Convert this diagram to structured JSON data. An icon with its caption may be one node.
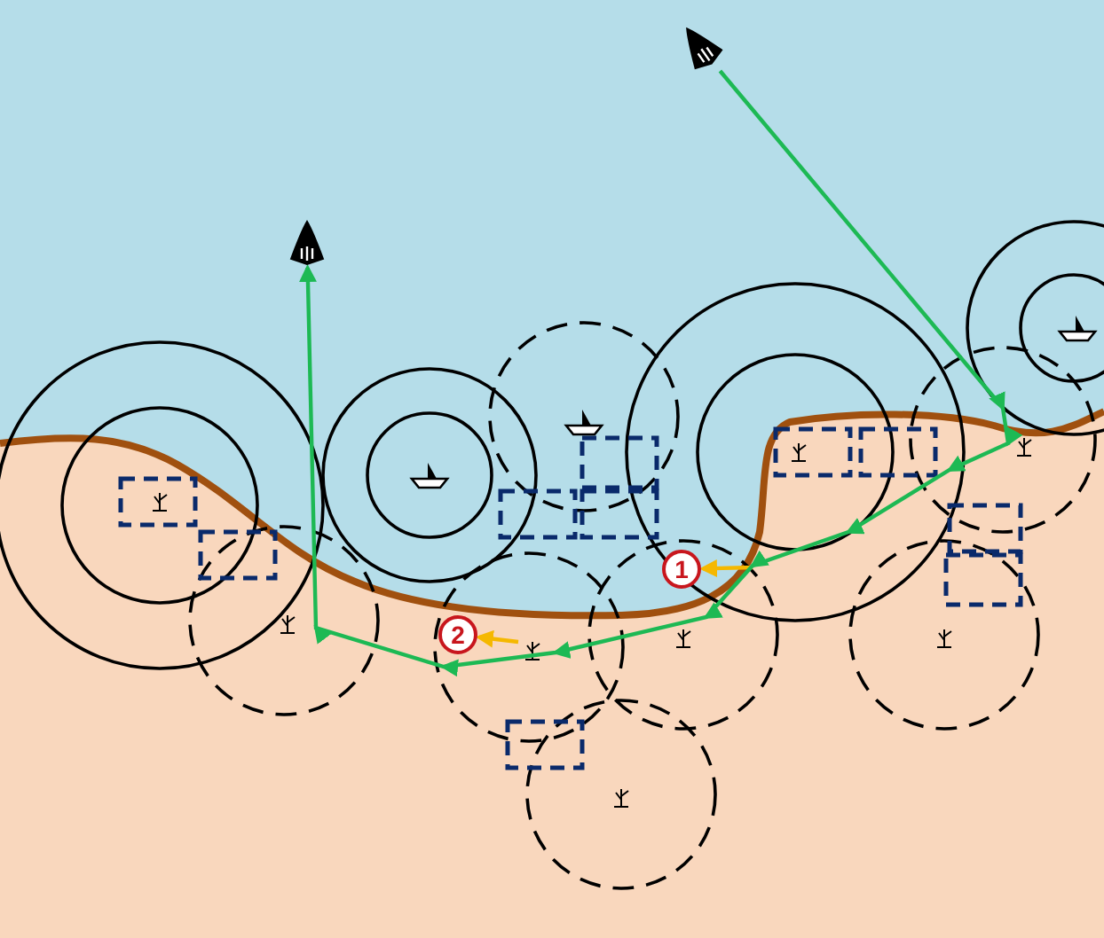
{
  "diagram": {
    "nodes": [
      {
        "text": [
          "1"
        ]
      },
      {
        "text": [
          "2"
        ]
      },
      {
        "text": [],
        "shape": "picture"
      },
      {
        "text": [],
        "shape": "picture"
      }
    ],
    "edges": [
      {
        "from": null,
        "to": 0,
        "arrow": "to",
        "color": "#f5b800"
      },
      {
        "from": null,
        "to": 1,
        "arrow": "to",
        "color": "#f5b800"
      },
      {
        "from": 2,
        "to": 3,
        "arrow": "to",
        "color": "#1db954"
      }
    ]
  }
}
